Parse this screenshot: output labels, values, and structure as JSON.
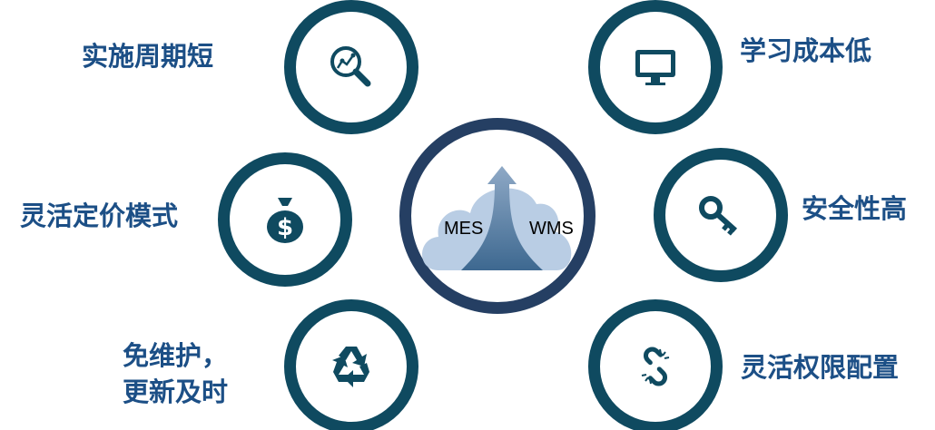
{
  "center": {
    "left_label": "MES",
    "right_label": "WMS",
    "icon": "cloud-arrow-icon"
  },
  "features": [
    {
      "label": "实施周期短",
      "icon": "magnifier-chart-icon"
    },
    {
      "label": "学习成本低",
      "icon": "monitor-icon"
    },
    {
      "label": "灵活定价模式",
      "icon": "money-bag-icon"
    },
    {
      "label": "安全性高",
      "icon": "key-icon"
    },
    {
      "label_line1": "免维护，",
      "label_line2": "更新及时",
      "icon": "recycle-icon"
    },
    {
      "label": "灵活权限配置",
      "icon": "broken-link-icon"
    }
  ],
  "colors": {
    "ring": "#0f4a60",
    "center_ring": "#253f63",
    "text": "#1c4f86",
    "cloud": "#b9cde4"
  }
}
